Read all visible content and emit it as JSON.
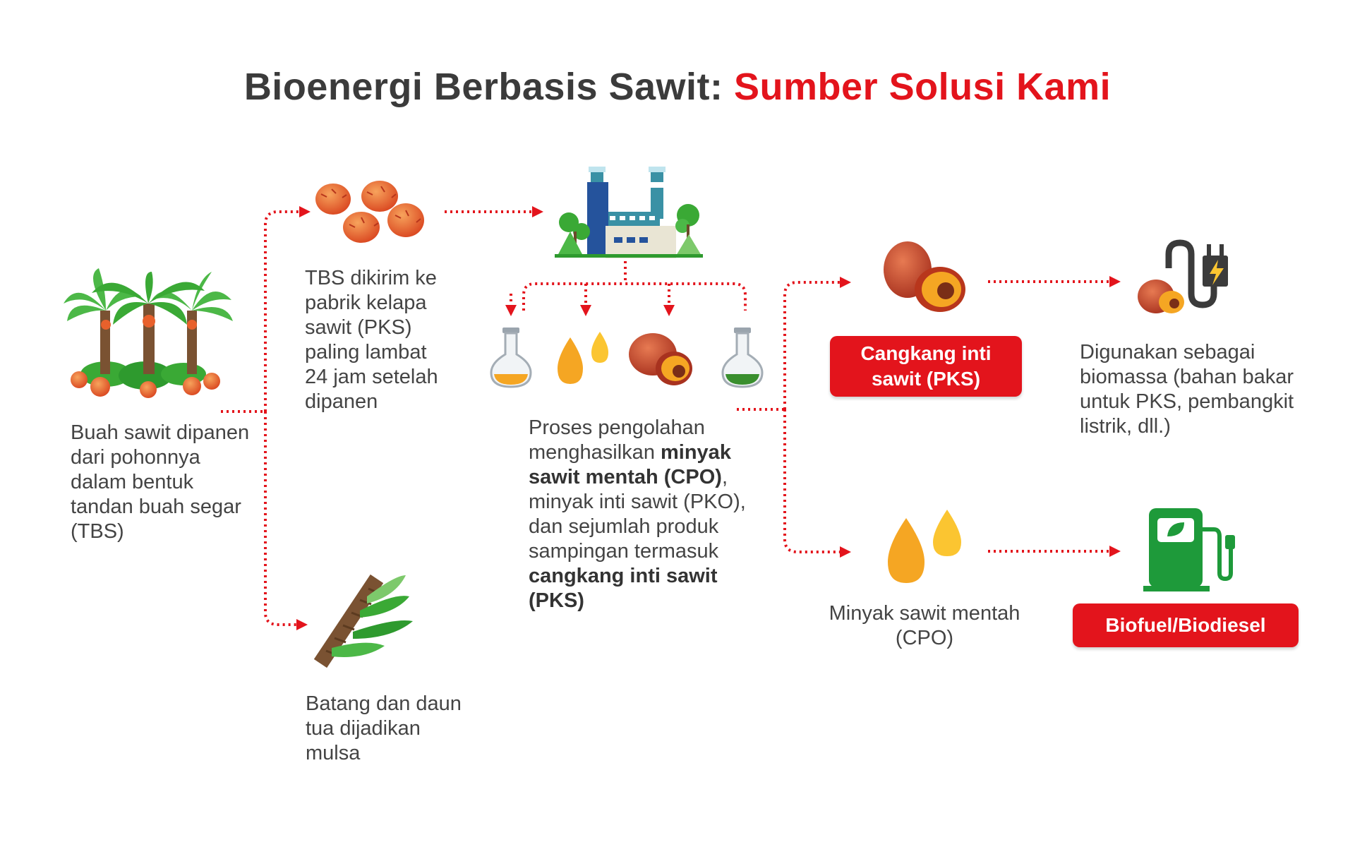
{
  "title": {
    "part1": "Bioenergi Berbasis Sawit:",
    "part2": "Sumber Solusi Kami"
  },
  "colors": {
    "accent": "#e3141c",
    "text": "#3f3f3f",
    "leaf": "#3aa935",
    "trunk": "#7a5232",
    "fruit": "#e8612c",
    "oil": "#f5a623"
  },
  "steps": {
    "harvest": "Buah sawit dipanen dari pohonnya dalam bentuk tandan buah segar (TBS)",
    "delivery": "TBS dikirim ke pabrik kelapa sawit (PKS) paling lambat 24 jam setelah dipanen",
    "mulch": "Batang dan daun tua dijadikan mulsa",
    "process": {
      "p1": "Proses pengolahan menghasilkan ",
      "b1": "minyak sawit mentah (CPO)",
      "p2": ", minyak inti sawit (PKO), dan sejumlah produk sampingan termasuk ",
      "b2": "cangkang inti sawit (PKS)"
    },
    "kernel_shell_label": "Cangkang inti sawit (PKS)",
    "biomass": "Digunakan sebagai biomassa (bahan bakar untuk PKS, pembangkit listrik, dll.)",
    "cpo": "Minyak sawit mentah (CPO)",
    "biofuel_label": "Biofuel/Biodiesel"
  },
  "icons": [
    "palm-trees-icon",
    "fruit-bunch-icon",
    "factory-icon",
    "flask-yellow-icon",
    "oil-drops-icon",
    "palm-fruit-icon",
    "flask-green-icon",
    "kernel-icon",
    "power-plug-icon",
    "oil-drops-icon",
    "fuel-pump-icon",
    "palm-frond-icon"
  ]
}
